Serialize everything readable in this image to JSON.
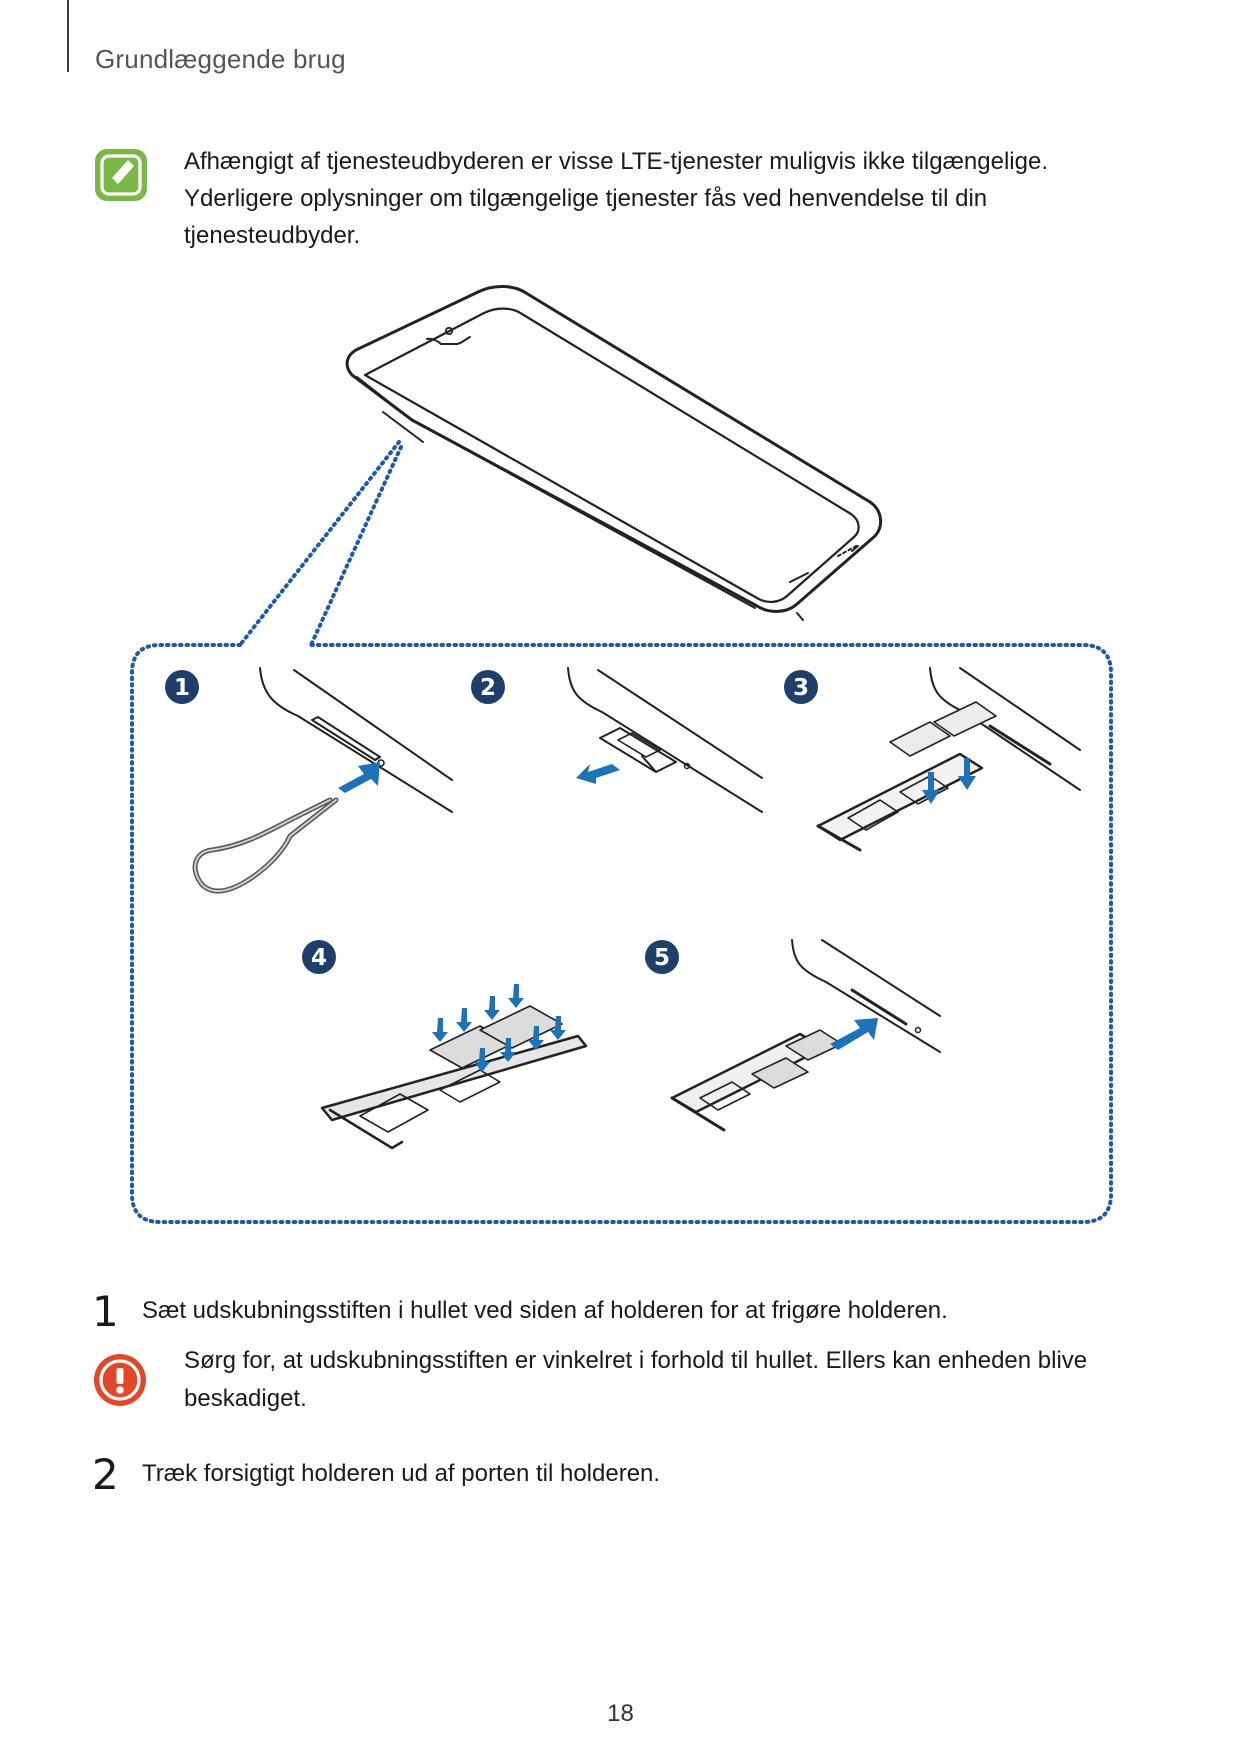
{
  "header": {
    "section_title": "Grundlæggende brug"
  },
  "note": {
    "icon": "note-pencil-icon",
    "text": "Afhængigt af tjenesteudbyderen er visse LTE-tjenester muligvis ikke tilgængelige. Yderligere oplysninger om tilgængelige tjenester fås ved henvendelse til din tjenesteudbyder."
  },
  "figure": {
    "markers": [
      "1",
      "2",
      "3",
      "4",
      "5"
    ]
  },
  "steps": [
    {
      "number": "1",
      "text": "Sæt udskubningsstiften i hullet ved siden af holderen for at frigøre holderen."
    },
    {
      "number": "2",
      "text": "Træk forsigtigt holderen ud af porten til holderen."
    }
  ],
  "caution": {
    "icon": "caution-exclamation-icon",
    "text": "Sørg for, at udskubningsstiften er vinkelret i forhold til hullet. Ellers kan enheden blive beskadiget."
  },
  "footer": {
    "page_number": "18"
  },
  "colors": {
    "note_green": "#7ab648",
    "caution_red": "#e2472a",
    "marker_navy": "#1f3f6b",
    "arrow_blue": "#1e73b8",
    "callout_dots": "#1f5aa6"
  }
}
